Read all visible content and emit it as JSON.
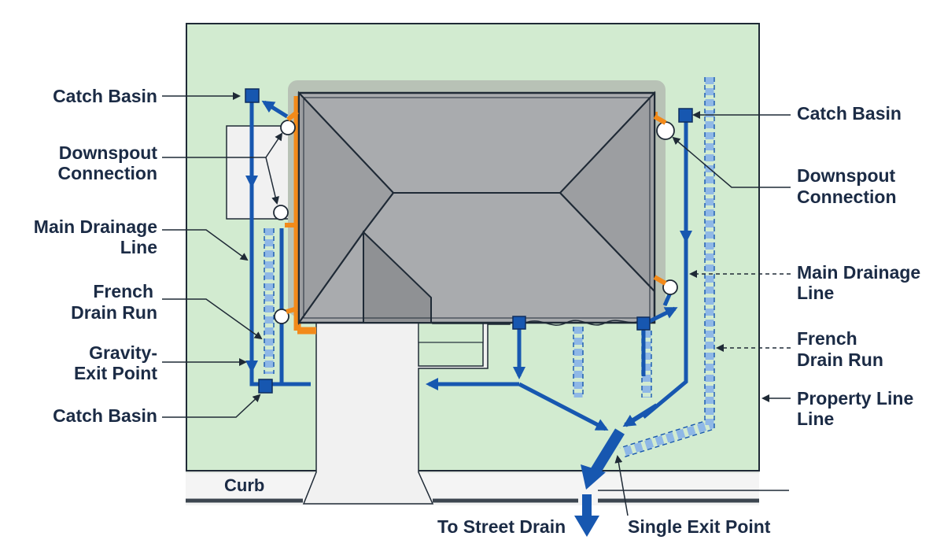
{
  "labels": {
    "left_catch_basin_top": "Catch Basin",
    "left_downspout_line1": "Downspout",
    "left_downspout_line2": "Connection",
    "left_main_drainage_line1": "Main Drainage",
    "left_main_drainage_line2": "Line",
    "left_french_drain_line1": "French",
    "left_french_drain_line2": "Drain Run",
    "left_gravity_exit_line1": "Gravity-",
    "left_gravity_exit_line2": "Exit Point",
    "left_catch_basin_bottom": "Catch Basin",
    "right_catch_basin": "Catch Basin",
    "right_downspout_line1": "Downspout",
    "right_downspout_line2": "Connection",
    "right_main_drainage_line1": "Main Drainage",
    "right_main_drainage_line2": "Line",
    "right_french_drain_line1": "French",
    "right_french_drain_line2": "Drain Run",
    "right_property_line_line1": "Property Line",
    "right_property_line_line2": "Line",
    "curb": "Curb",
    "to_street_drain": "To Street Drain",
    "single_exit_point": "Single Exit Point"
  },
  "colors": {
    "lawn": "#d2ebd0",
    "roof": "#a9abae",
    "roof_dark": "#8f9194",
    "roof_shadow": "#b8c2b6",
    "concrete": "#f1f1f1",
    "pipe": "#1757b0",
    "french_drain": "#8fb8e6",
    "gutter": "#f28a1a",
    "label": "#1b2b45",
    "outline": "#1f2a36"
  }
}
